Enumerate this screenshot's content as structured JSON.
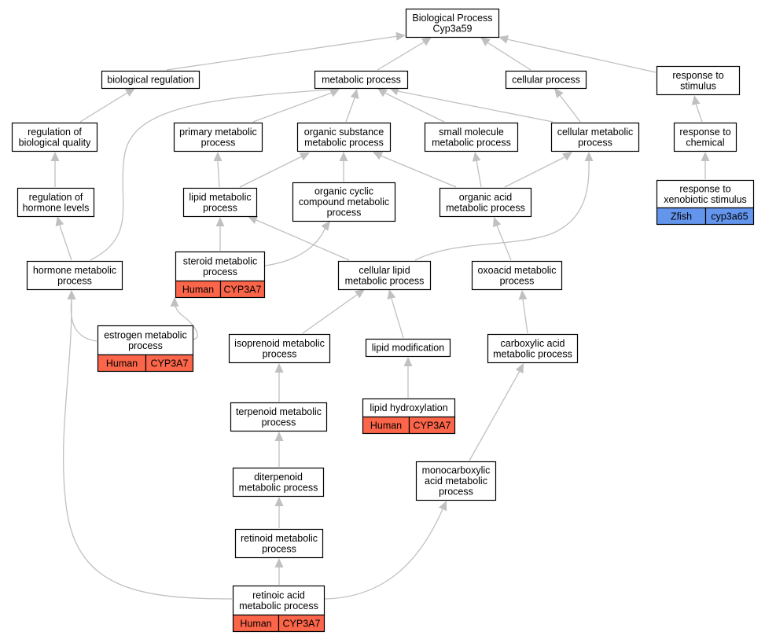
{
  "colors": {
    "human": "#fb6549",
    "zfish": "#6495ed",
    "edge": "#c0c0c0"
  },
  "nodes": {
    "root": {
      "lines": [
        "Biological Process",
        "Cyp3a59"
      ]
    },
    "biological_regulation": {
      "lines": [
        "biological regulation"
      ]
    },
    "metabolic_process": {
      "lines": [
        "metabolic process"
      ]
    },
    "cellular_process": {
      "lines": [
        "cellular process"
      ]
    },
    "response_to_stimulus": {
      "lines": [
        "response to",
        "stimulus"
      ]
    },
    "regulation_biological_quality": {
      "lines": [
        "regulation of",
        "biological quality"
      ]
    },
    "primary_metabolic": {
      "lines": [
        "primary metabolic",
        "process"
      ]
    },
    "organic_substance_metabolic": {
      "lines": [
        "organic substance",
        "metabolic process"
      ]
    },
    "small_molecule_metabolic": {
      "lines": [
        "small molecule",
        "metabolic process"
      ]
    },
    "cellular_metabolic": {
      "lines": [
        "cellular metabolic",
        "process"
      ]
    },
    "response_to_chemical": {
      "lines": [
        "response to",
        "chemical"
      ]
    },
    "regulation_hormone_levels": {
      "lines": [
        "regulation of",
        "hormone levels"
      ]
    },
    "lipid_metabolic": {
      "lines": [
        "lipid metabolic",
        "process"
      ]
    },
    "organic_cyclic_compound": {
      "lines": [
        "organic cyclic",
        "compound metabolic",
        "process"
      ]
    },
    "organic_acid_metabolic": {
      "lines": [
        "organic acid",
        "metabolic process"
      ]
    },
    "response_to_xenobiotic": {
      "lines": [
        "response to",
        "xenobiotic stimulus"
      ],
      "tags": [
        "Zfish",
        "cyp3a65"
      ],
      "tag_color": "zfish"
    },
    "hormone_metabolic": {
      "lines": [
        "hormone metabolic",
        "process"
      ]
    },
    "steroid_metabolic": {
      "lines": [
        "steroid metabolic",
        "process"
      ],
      "tags": [
        "Human",
        "CYP3A7"
      ],
      "tag_color": "human"
    },
    "cellular_lipid_metabolic": {
      "lines": [
        "cellular lipid",
        "metabolic process"
      ]
    },
    "oxoacid_metabolic": {
      "lines": [
        "oxoacid metabolic",
        "process"
      ]
    },
    "estrogen_metabolic": {
      "lines": [
        "estrogen metabolic",
        "process"
      ],
      "tags": [
        "Human",
        "CYP3A7"
      ],
      "tag_color": "human"
    },
    "isoprenoid_metabolic": {
      "lines": [
        "isoprenoid metabolic",
        "process"
      ]
    },
    "lipid_modification": {
      "lines": [
        "lipid modification"
      ]
    },
    "carboxylic_acid_metabolic": {
      "lines": [
        "carboxylic acid",
        "metabolic process"
      ]
    },
    "lipid_hydroxylation": {
      "lines": [
        "lipid hydroxylation"
      ],
      "tags": [
        "Human",
        "CYP3A7"
      ],
      "tag_color": "human"
    },
    "terpenoid_metabolic": {
      "lines": [
        "terpenoid metabolic",
        "process"
      ]
    },
    "diterpenoid_metabolic": {
      "lines": [
        "diterpenoid",
        "metabolic process"
      ]
    },
    "monocarboxylic_acid_metabolic": {
      "lines": [
        "monocarboxylic",
        "acid metabolic",
        "process"
      ]
    },
    "retinoid_metabolic": {
      "lines": [
        "retinoid metabolic",
        "process"
      ]
    },
    "retinoic_acid_metabolic": {
      "lines": [
        "retinoic acid",
        "metabolic process"
      ],
      "tags": [
        "Human",
        "CYP3A7"
      ],
      "tag_color": "human"
    }
  },
  "edges": [
    {
      "from": "biological_regulation",
      "to": "root"
    },
    {
      "from": "metabolic_process",
      "to": "root"
    },
    {
      "from": "cellular_process",
      "to": "root"
    },
    {
      "from": "response_to_stimulus",
      "to": "root"
    },
    {
      "from": "regulation_biological_quality",
      "to": "biological_regulation"
    },
    {
      "from": "regulation_hormone_levels",
      "to": "regulation_biological_quality"
    },
    {
      "from": "hormone_metabolic",
      "to": "regulation_hormone_levels"
    },
    {
      "from": "hormone_metabolic",
      "to": "metabolic_process"
    },
    {
      "from": "primary_metabolic",
      "to": "metabolic_process"
    },
    {
      "from": "organic_substance_metabolic",
      "to": "metabolic_process"
    },
    {
      "from": "small_molecule_metabolic",
      "to": "metabolic_process"
    },
    {
      "from": "cellular_metabolic",
      "to": "metabolic_process"
    },
    {
      "from": "cellular_metabolic",
      "to": "cellular_process"
    },
    {
      "from": "response_to_chemical",
      "to": "response_to_stimulus"
    },
    {
      "from": "response_to_xenobiotic",
      "to": "response_to_chemical"
    },
    {
      "from": "lipid_metabolic",
      "to": "primary_metabolic"
    },
    {
      "from": "lipid_metabolic",
      "to": "organic_substance_metabolic"
    },
    {
      "from": "organic_cyclic_compound",
      "to": "organic_substance_metabolic"
    },
    {
      "from": "organic_acid_metabolic",
      "to": "organic_substance_metabolic"
    },
    {
      "from": "organic_acid_metabolic",
      "to": "small_molecule_metabolic"
    },
    {
      "from": "organic_acid_metabolic",
      "to": "cellular_metabolic"
    },
    {
      "from": "steroid_metabolic",
      "to": "lipid_metabolic"
    },
    {
      "from": "steroid_metabolic",
      "to": "organic_cyclic_compound"
    },
    {
      "from": "cellular_lipid_metabolic",
      "to": "lipid_metabolic"
    },
    {
      "from": "cellular_lipid_metabolic",
      "to": "cellular_metabolic"
    },
    {
      "from": "oxoacid_metabolic",
      "to": "organic_acid_metabolic"
    },
    {
      "from": "estrogen_metabolic",
      "to": "hormone_metabolic"
    },
    {
      "from": "estrogen_metabolic",
      "to": "steroid_metabolic"
    },
    {
      "from": "isoprenoid_metabolic",
      "to": "cellular_lipid_metabolic"
    },
    {
      "from": "lipid_modification",
      "to": "cellular_lipid_metabolic"
    },
    {
      "from": "carboxylic_acid_metabolic",
      "to": "oxoacid_metabolic"
    },
    {
      "from": "lipid_hydroxylation",
      "to": "lipid_modification"
    },
    {
      "from": "terpenoid_metabolic",
      "to": "isoprenoid_metabolic"
    },
    {
      "from": "diterpenoid_metabolic",
      "to": "terpenoid_metabolic"
    },
    {
      "from": "monocarboxylic_acid_metabolic",
      "to": "carboxylic_acid_metabolic"
    },
    {
      "from": "retinoid_metabolic",
      "to": "diterpenoid_metabolic"
    },
    {
      "from": "retinoic_acid_metabolic",
      "to": "retinoid_metabolic"
    },
    {
      "from": "retinoic_acid_metabolic",
      "to": "monocarboxylic_acid_metabolic"
    },
    {
      "from": "retinoic_acid_metabolic",
      "to": "hormone_metabolic"
    }
  ]
}
